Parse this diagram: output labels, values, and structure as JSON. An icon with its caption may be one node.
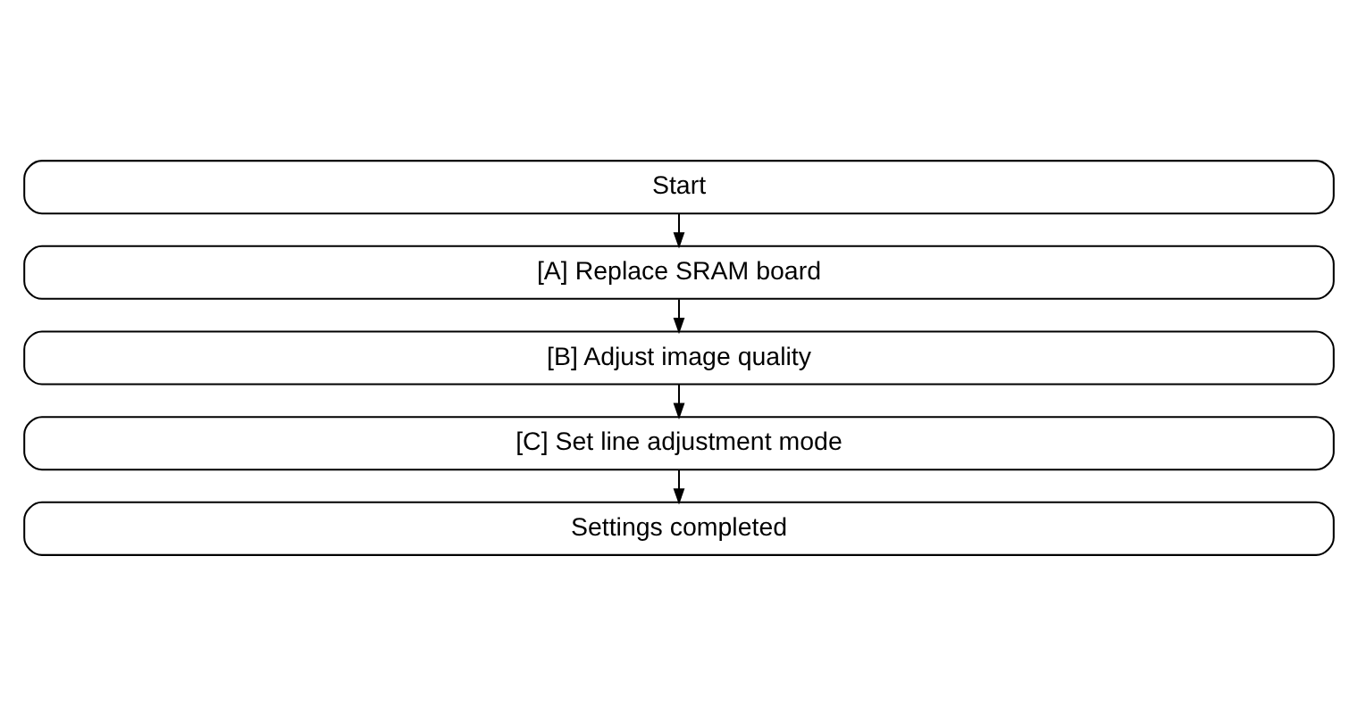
{
  "diagram": {
    "nodes": [
      {
        "text": [
          "Start"
        ]
      },
      {
        "text": [
          "[A] Replace SRAM board"
        ]
      },
      {
        "text": [
          "[B] Adjust image quality"
        ]
      },
      {
        "text": [
          "[C] Set line adjustment mode"
        ]
      },
      {
        "text": [
          "Settings completed"
        ]
      }
    ],
    "edges": [
      {
        "from": 0,
        "to": 1,
        "arrow": "to"
      },
      {
        "from": 1,
        "to": 2,
        "arrow": "to"
      },
      {
        "from": 2,
        "to": 3,
        "arrow": "to"
      },
      {
        "from": 3,
        "to": 4,
        "arrow": "to"
      }
    ]
  }
}
